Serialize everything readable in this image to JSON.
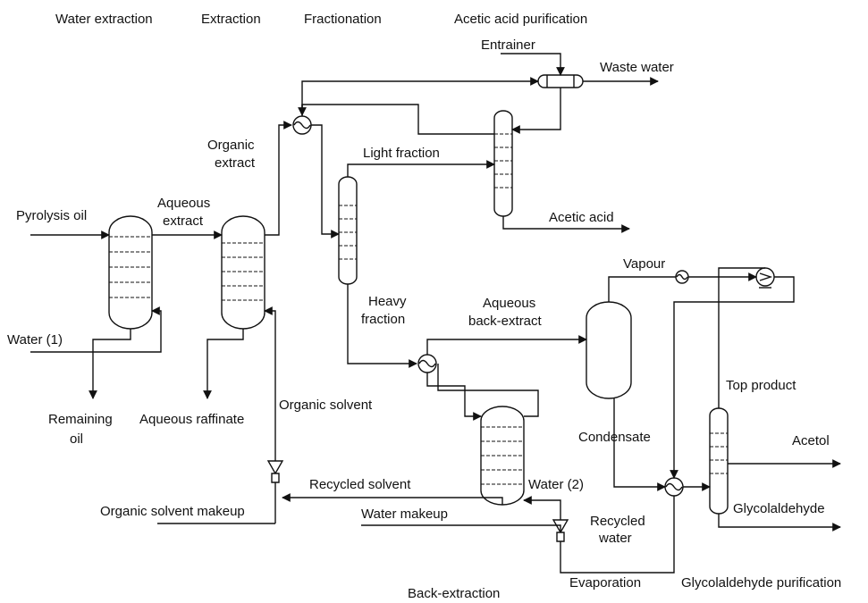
{
  "stages": {
    "water_extraction": "Water extraction",
    "extraction": "Extraction",
    "fractionation": "Fractionation",
    "acetic_acid_purification": "Acetic acid purification",
    "back_extraction": "Back-extraction",
    "evaporation": "Evaporation",
    "glycolaldehyde_purification": "Glycolaldehyde purification"
  },
  "streams": {
    "pyrolysis_oil": "Pyrolysis oil",
    "water_1": "Water (1)",
    "remaining_oil_1": "Remaining",
    "remaining_oil_2": "oil",
    "aqueous_extract_1": "Aqueous",
    "aqueous_extract_2": "extract",
    "aqueous_raffinate": "Aqueous raffinate",
    "organic_extract_1": "Organic",
    "organic_extract_2": "extract",
    "organic_solvent": "Organic  solvent",
    "organic_solvent_makeup": "Organic solvent makeup",
    "recycled_solvent": "Recycled solvent",
    "entrainer": "Entrainer",
    "waste_water": "Waste water",
    "light_fraction": "Light fraction",
    "acetic_acid": "Acetic acid",
    "heavy_fraction_1": "Heavy",
    "heavy_fraction_2": "fraction",
    "aqueous_back_extract_1": "Aqueous",
    "aqueous_back_extract_2": "back-extract",
    "water_2": "Water (2)",
    "water_makeup": "Water makeup",
    "recycled_water_1": "Recycled",
    "recycled_water_2": "water",
    "vapour": "Vapour",
    "condensate": "Condensate",
    "top_product": "Top product",
    "acetol": "Acetol",
    "glycolaldehyde": "Glycolaldehyde"
  }
}
